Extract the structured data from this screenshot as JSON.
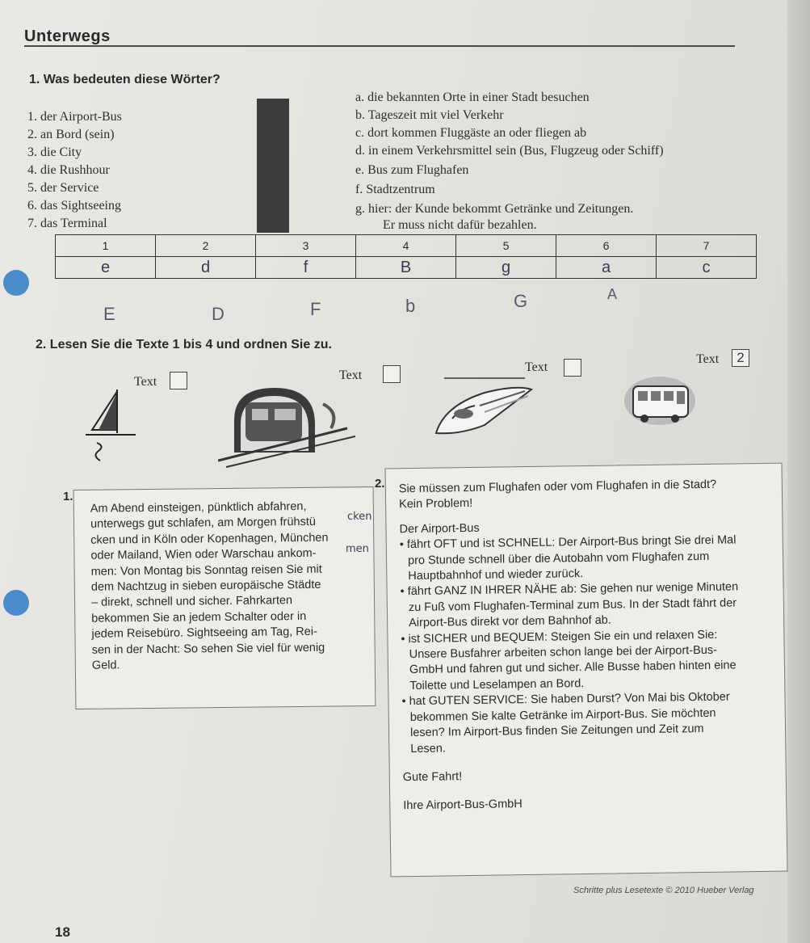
{
  "title": "Unterwegs",
  "exercise1": {
    "heading": "1. Was bedeuten diese Wörter?",
    "terms": [
      "1. der Airport-Bus",
      "2. an Bord (sein)",
      "3. die City",
      "4. die Rushhour",
      "5. der Service",
      "6. das Sightseeing",
      "7. das Terminal"
    ],
    "definitions": [
      "a. die bekannten Orte in einer Stadt besuchen",
      "b. Tageszeit mit viel Verkehr",
      "c. dort kommen Fluggäste an oder fliegen ab",
      "d. in einem Verkehrsmittel sein (Bus, Flugzeug oder Schiff)",
      "e. Bus zum Flughafen",
      "f. Stadtzentrum",
      "g. hier: der Kunde bekommt Getränke und Zeitungen.",
      "Er muss nicht dafür bezahlen."
    ],
    "grid_numbers": [
      "1",
      "2",
      "3",
      "4",
      "5",
      "6",
      "7"
    ],
    "grid_answers": [
      "e",
      "d",
      "f",
      "B",
      "g",
      "a",
      "c"
    ],
    "below_answers": [
      "E",
      "D",
      "F",
      "b",
      "G",
      "A"
    ]
  },
  "exercise2": {
    "heading": "2. Lesen Sie die Texte 1 bis 4 und ordnen Sie zu.",
    "text_labels": [
      "Text",
      "Text",
      "Text",
      "Text"
    ],
    "box_values": [
      "",
      "",
      "",
      "2"
    ],
    "icons": [
      "sailboat-icon",
      "subway-train-icon",
      "high-speed-train-icon",
      "bus-icon"
    ]
  },
  "text1": {
    "number": "1.",
    "lines": [
      "Am Abend einsteigen, pünktlich abfahren,",
      "unterwegs gut schlafen, am Morgen frühstü",
      "cken und in Köln oder Kopenhagen, München",
      "oder Mailand, Wien oder Warschau ankom-",
      "men: Von Montag bis Sonntag reisen Sie mit",
      "dem Nachtzug in sieben europäische Städte",
      "– direkt, schnell und sicher. Fahrkarten",
      "bekommen Sie an jedem Schalter oder in",
      "jedem Reisebüro. Sightseeing am Tag, Rei-",
      "sen in der Nacht: So sehen Sie viel für wenig",
      "Geld."
    ],
    "handwriting": [
      "cken",
      "men"
    ]
  },
  "text2": {
    "number": "2.",
    "intro": "Sie müssen zum Flughafen oder vom Flughafen in die Stadt?",
    "intro2": "Kein Problem!",
    "sub": "Der Airport-Bus",
    "bullet1a": "fährt OFT und ist SCHNELL: Der Airport-Bus bringt Sie drei Mal",
    "bullet1b": "pro Stunde schnell über die Autobahn vom Flughafen zum",
    "bullet1c": "Hauptbahnhof und wieder zurück.",
    "bullet2a": "fährt GANZ IN IHRER NÄHE ab: Sie gehen nur wenige Minuten",
    "bullet2b": "zu Fuß vom Flughafen-Terminal zum Bus. In der Stadt fährt der",
    "bullet2c": "Airport-Bus direkt vor dem Bahnhof ab.",
    "bullet3a": "ist SICHER und BEQUEM: Steigen Sie ein und relaxen Sie:",
    "bullet3b": "Unsere Busfahrer arbeiten schon lange bei der Airport-Bus-",
    "bullet3c": "GmbH und fahren gut und sicher. Alle Busse haben hinten eine",
    "bullet3d": "Toilette und Leselampen an Bord.",
    "bullet4a": "hat GUTEN SERVICE: Sie haben Durst? Von Mai bis Oktober",
    "bullet4b": "bekommen Sie kalte Getränke im Airport-Bus. Sie möchten",
    "bullet4c": "lesen? Im Airport-Bus finden Sie Zeitungen und Zeit zum",
    "bullet4d": "Lesen.",
    "closing1": "Gute Fahrt!",
    "closing2": "Ihre Airport-Bus-GmbH"
  },
  "credit": "Schritte plus Lesetexte © 2010 Hueber Verlag",
  "page_number": "18"
}
